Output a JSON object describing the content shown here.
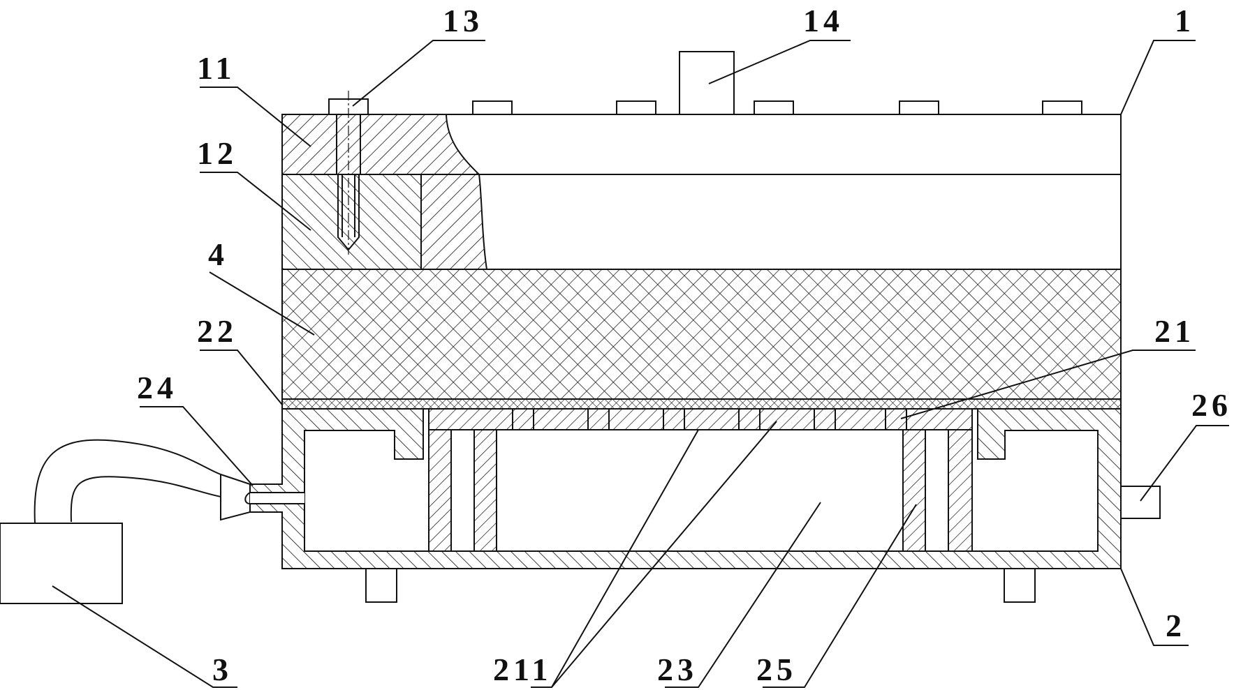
{
  "labels": {
    "l1": "1",
    "l2": "2",
    "l3": "3",
    "l4": "4",
    "l11": "11",
    "l12": "12",
    "l13": "13",
    "l14": "14",
    "l21": "21",
    "l22": "22",
    "l23": "23",
    "l24": "24",
    "l25": "25",
    "l26": "26",
    "l211": "211"
  },
  "colors": {
    "line": "#111111",
    "background": "#ffffff"
  }
}
